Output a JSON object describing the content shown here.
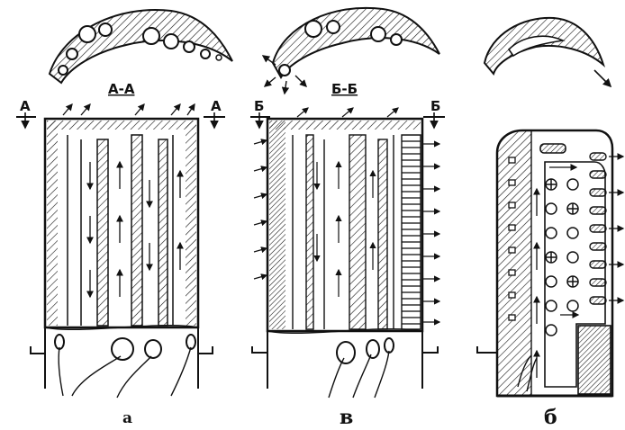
{
  "section_labels": {
    "a_left": "A",
    "a_title": "A-A",
    "a_right": "A",
    "b_left": "Б",
    "b_title": "Б-Б",
    "b_right": "Б"
  },
  "captions": {
    "fig_a": "а",
    "fig_b": "в",
    "fig_c": "б"
  },
  "colors": {
    "ink": "#111111",
    "paper": "#ffffff"
  }
}
